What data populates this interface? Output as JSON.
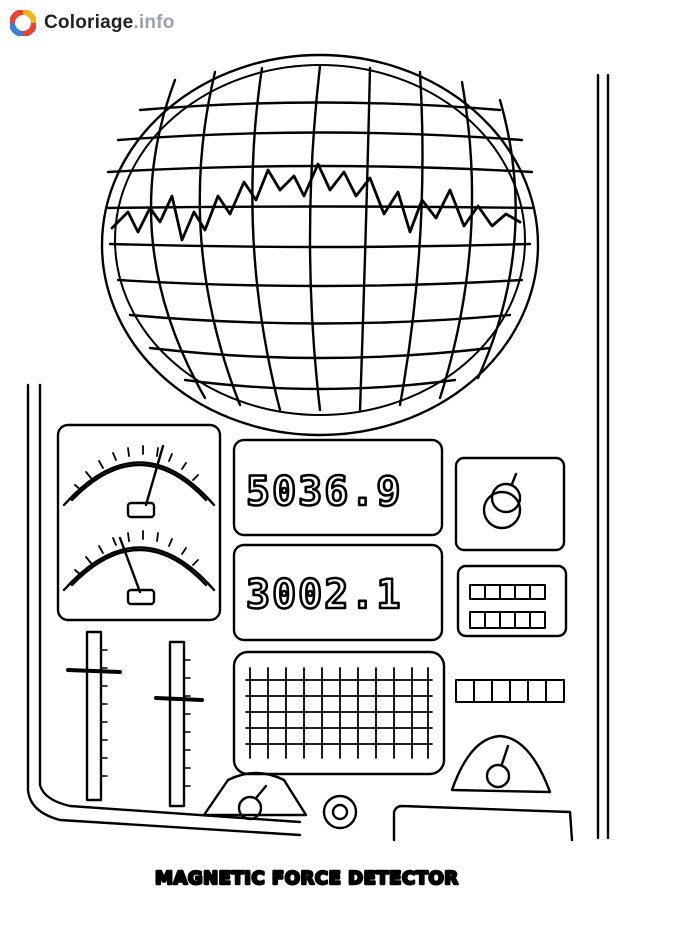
{
  "site": {
    "brand_name": "Coloriage",
    "brand_tld": ".info",
    "logo_icon": "coloriage-c-logo-icon"
  },
  "panel": {
    "readout_top": "5036.9",
    "readout_bottom": "3002.1",
    "caption": "MAGNETIC FORCE DETECTOR"
  }
}
